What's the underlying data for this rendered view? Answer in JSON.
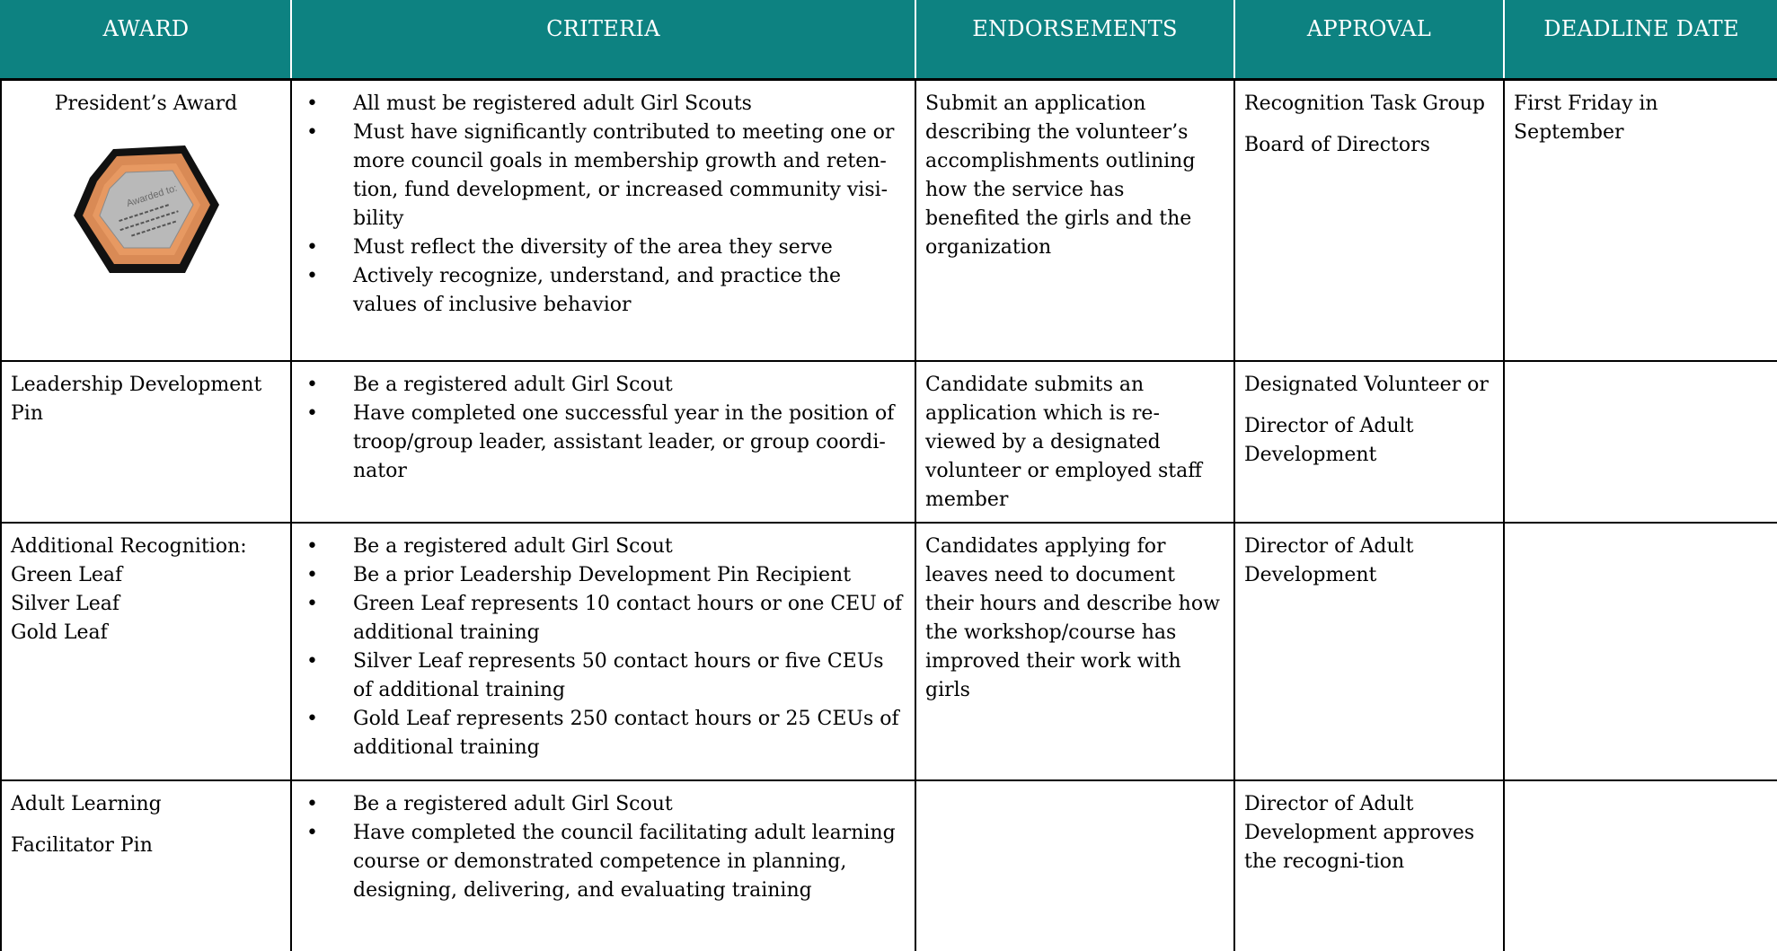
{
  "headers": {
    "award": "AWARD",
    "criteria": "CRITERIA",
    "endorsements": "ENDORSEMENTS",
    "approval": "APPROVAL",
    "deadline": "DEADLINE DATE"
  },
  "colors": {
    "header_bg": "#0d8281",
    "header_text": "#ffffff",
    "badge_orange": "#d98a55",
    "badge_plate": "#b9b9b9"
  },
  "rows": [
    {
      "award": "President’s Award",
      "badge_icon": "award-plaque-icon",
      "badge_text": "Awarded to:",
      "criteria": [
        "All must be registered adult Girl Scouts",
        "Must have significantly contributed to meeting one or more council goals in membership growth and reten-tion, fund development, or increased community visi-bility",
        "Must reflect the diversity of the area they serve",
        "Actively recognize, understand, and practice the values of inclusive behavior"
      ],
      "endorsement": "Submit an application describing the volunteer’s accomplishments outlining how the service has benefited the girls and the organization",
      "approval": [
        "Recognition Task Group",
        "Board of Directors"
      ],
      "deadline": "First Friday in September"
    },
    {
      "award": "Leadership Development Pin",
      "criteria": [
        "Be a registered adult Girl Scout",
        "Have completed one successful year in the position of troop/group leader, assistant leader, or group coordi-nator"
      ],
      "endorsement": "Candidate submits an application which is re-viewed by a designated volunteer or employed staff member",
      "approval": [
        "Designated Volunteer or",
        "Director of Adult Development"
      ],
      "deadline": ""
    },
    {
      "award": [
        "Additional Recognition:",
        "Green Leaf",
        "Silver Leaf",
        "Gold Leaf"
      ],
      "criteria": [
        "Be a registered adult Girl Scout",
        "Be a prior Leadership Development Pin Recipient",
        "Green Leaf represents 10 contact hours or one CEU of additional training",
        "Silver Leaf represents 50 contact hours or five CEUs of additional training",
        "Gold Leaf represents 250 contact hours or 25 CEUs of additional training"
      ],
      "endorsement": "Candidates applying for leaves need to document their hours and describe how the workshop/course has improved their work with girls",
      "approval": [
        "Director of Adult Development"
      ],
      "deadline": ""
    },
    {
      "award": [
        "Adult Learning",
        "Facilitator Pin"
      ],
      "criteria": [
        "Be a registered adult Girl Scout",
        "Have completed the council facilitating adult learning course or demonstrated competence in planning, designing, delivering, and evaluating training"
      ],
      "endorsement": "",
      "approval": [
        "Director of Adult Development approves the recogni-tion"
      ],
      "deadline": ""
    }
  ]
}
